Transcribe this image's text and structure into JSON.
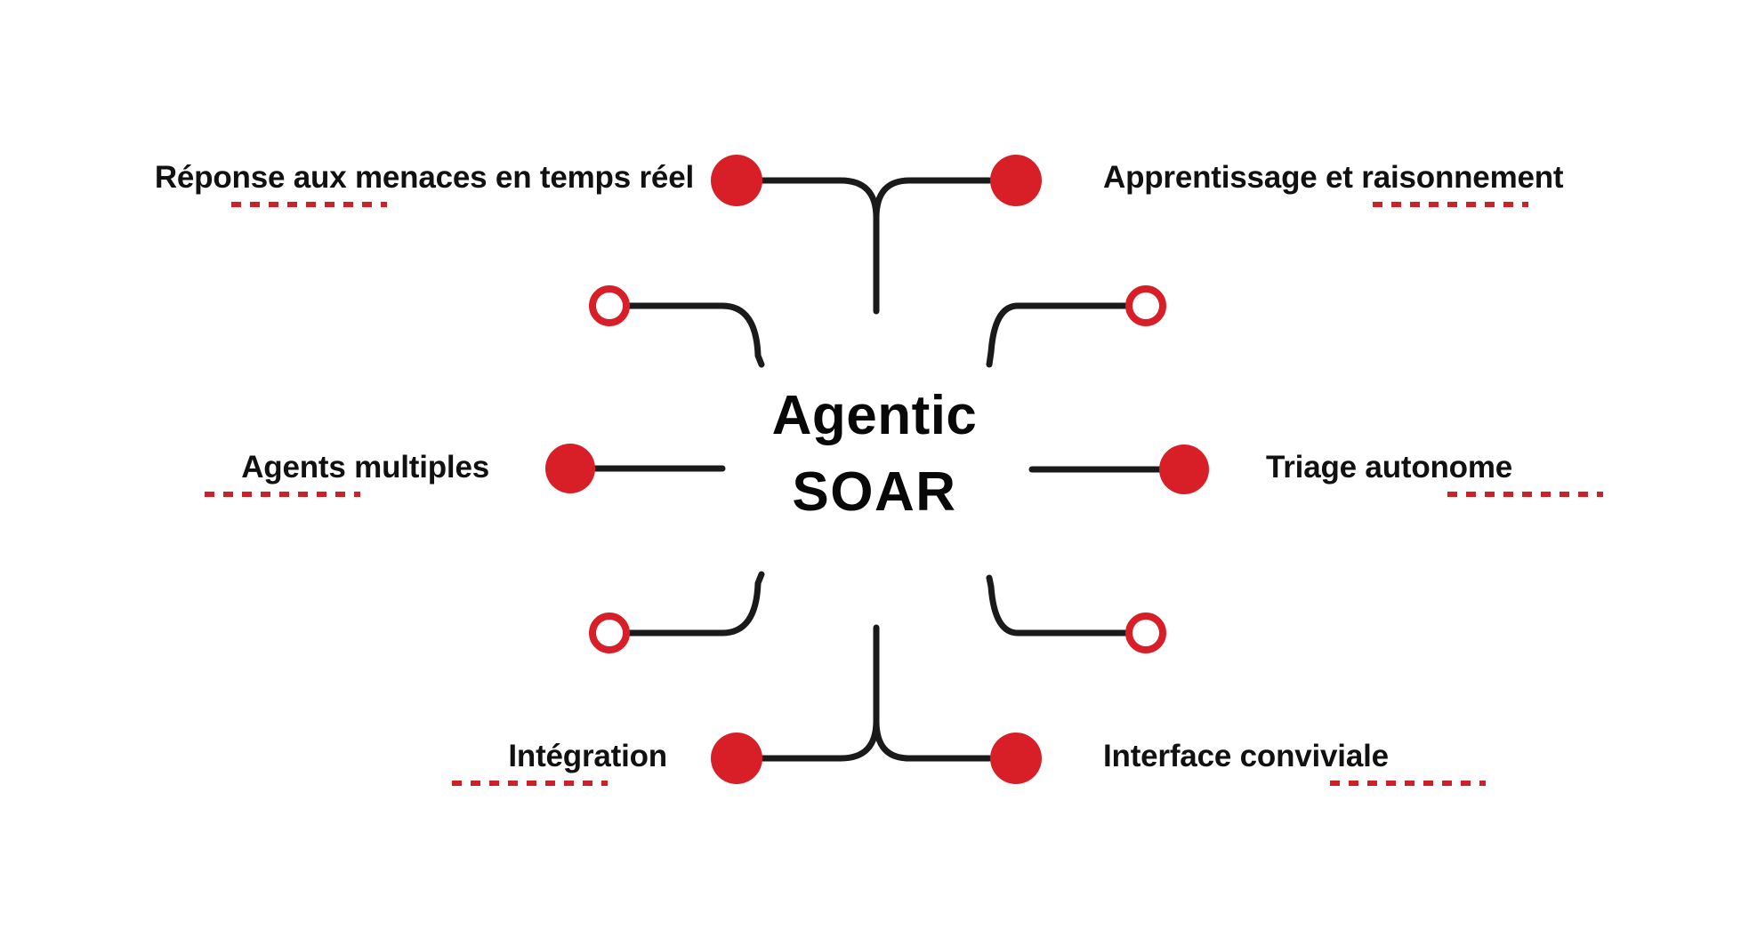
{
  "diagram": {
    "title": "Agentic SOAR",
    "title_line1": "Agentic",
    "title_line2": "SOAR",
    "colors": {
      "accent_red": "#d81f27",
      "dash_red": "#cc2127",
      "wire_black": "#1a1a1a",
      "text_black": "#111111",
      "background": "#ffffff"
    },
    "nodes": [
      {
        "id": "reponse-menaces-temps-reel",
        "label": "Réponse aux menaces en temps réel",
        "marker": "filled-dot",
        "position": "top-left",
        "side": "left"
      },
      {
        "id": "apprentissage-raisonnement",
        "label": "Apprentissage et raisonnement",
        "marker": "filled-dot",
        "position": "top-right",
        "side": "right"
      },
      {
        "id": "agents-multiples",
        "label": "Agents multiples",
        "marker": "filled-dot",
        "position": "middle-left",
        "side": "left"
      },
      {
        "id": "triage-autonome",
        "label": "Triage autonome",
        "marker": "filled-dot",
        "position": "middle-right",
        "side": "right"
      },
      {
        "id": "integration",
        "label": "Intégration",
        "marker": "filled-dot",
        "position": "bottom-left",
        "side": "left"
      },
      {
        "id": "interface-conviviale",
        "label": "Interface conviviale",
        "marker": "filled-dot",
        "position": "bottom-right",
        "side": "right"
      }
    ],
    "connector_rings": [
      {
        "id": "ring-upper-left",
        "position": "upper-left",
        "marker": "hollow-ring"
      },
      {
        "id": "ring-upper-right",
        "position": "upper-right",
        "marker": "hollow-ring"
      },
      {
        "id": "ring-lower-left",
        "position": "lower-left",
        "marker": "hollow-ring"
      },
      {
        "id": "ring-lower-right",
        "position": "lower-right",
        "marker": "hollow-ring"
      }
    ]
  }
}
